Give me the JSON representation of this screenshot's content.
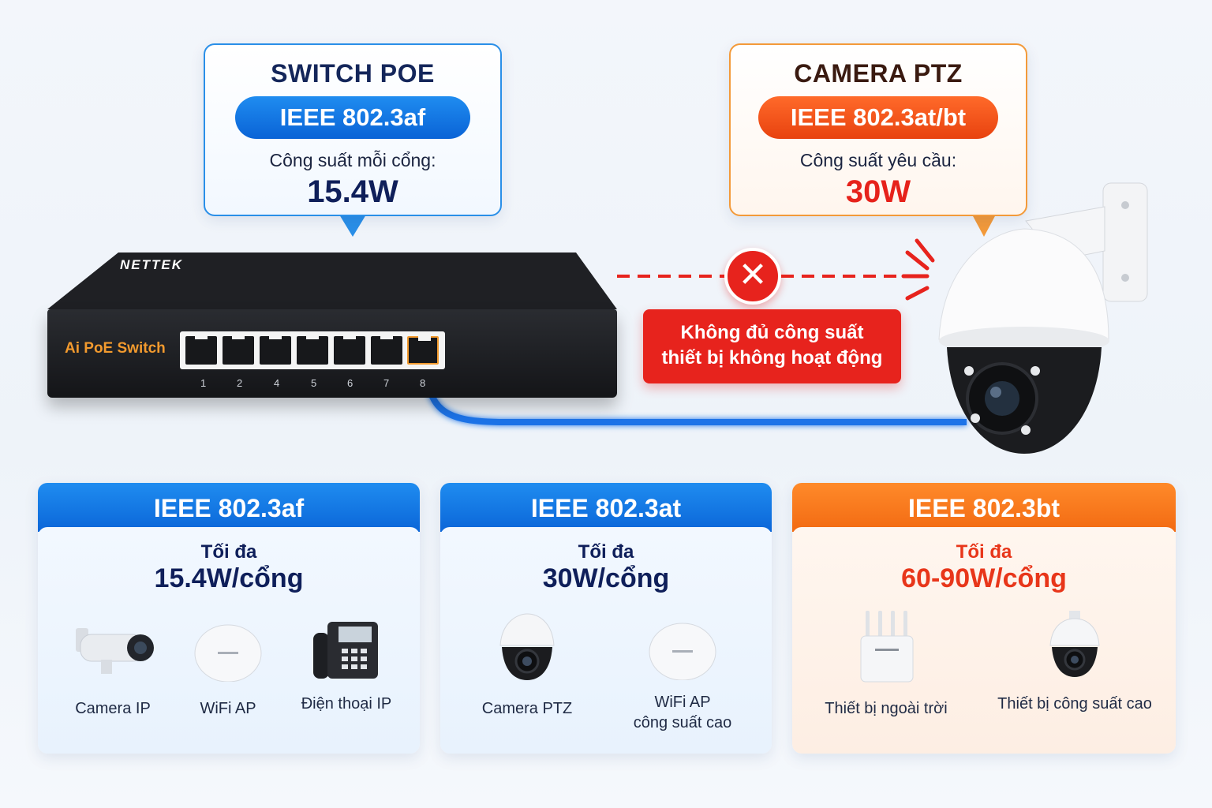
{
  "switch_callout": {
    "title": "SWITCH POE",
    "standard": "IEEE 802.3af",
    "power_label": "Công suất mỗi cổng:",
    "power_value": "15.4W"
  },
  "camera_callout": {
    "title": "CAMERA PTZ",
    "standard": "IEEE 802.3at/bt",
    "power_label": "Công suất yêu cầu:",
    "power_value": "30W"
  },
  "switch": {
    "brand": "NETTEK",
    "model": "Ai PoE Switch",
    "ports": [
      "1",
      "2",
      "4",
      "5",
      "6",
      "7",
      "8"
    ],
    "active_port": "8"
  },
  "error": {
    "symbol": "✕",
    "line1": "Không đủ công suất",
    "line2": "thiết bị không hoạt động"
  },
  "cards": [
    {
      "standard": "IEEE 802.3af",
      "max_label": "Tối đa",
      "power": "15.4W/cổng",
      "devices": [
        "Camera IP",
        "WiFi AP",
        "Điện thoại IP"
      ]
    },
    {
      "standard": "IEEE 802.3at",
      "max_label": "Tối đa",
      "power": "30W/cổng",
      "devices": [
        "Camera PTZ",
        "WiFi AP",
        "công suất cao"
      ]
    },
    {
      "standard": "IEEE 802.3bt",
      "max_label": "Tối đa",
      "power": "60-90W/cổng",
      "devices": [
        "Thiết bị ngoài trời",
        "Thiết bị công suất cao"
      ]
    }
  ],
  "colors": {
    "blue": "#0b66d8",
    "orange": "#f26a12",
    "red": "#e7231d",
    "navy": "#0f1f5a"
  }
}
